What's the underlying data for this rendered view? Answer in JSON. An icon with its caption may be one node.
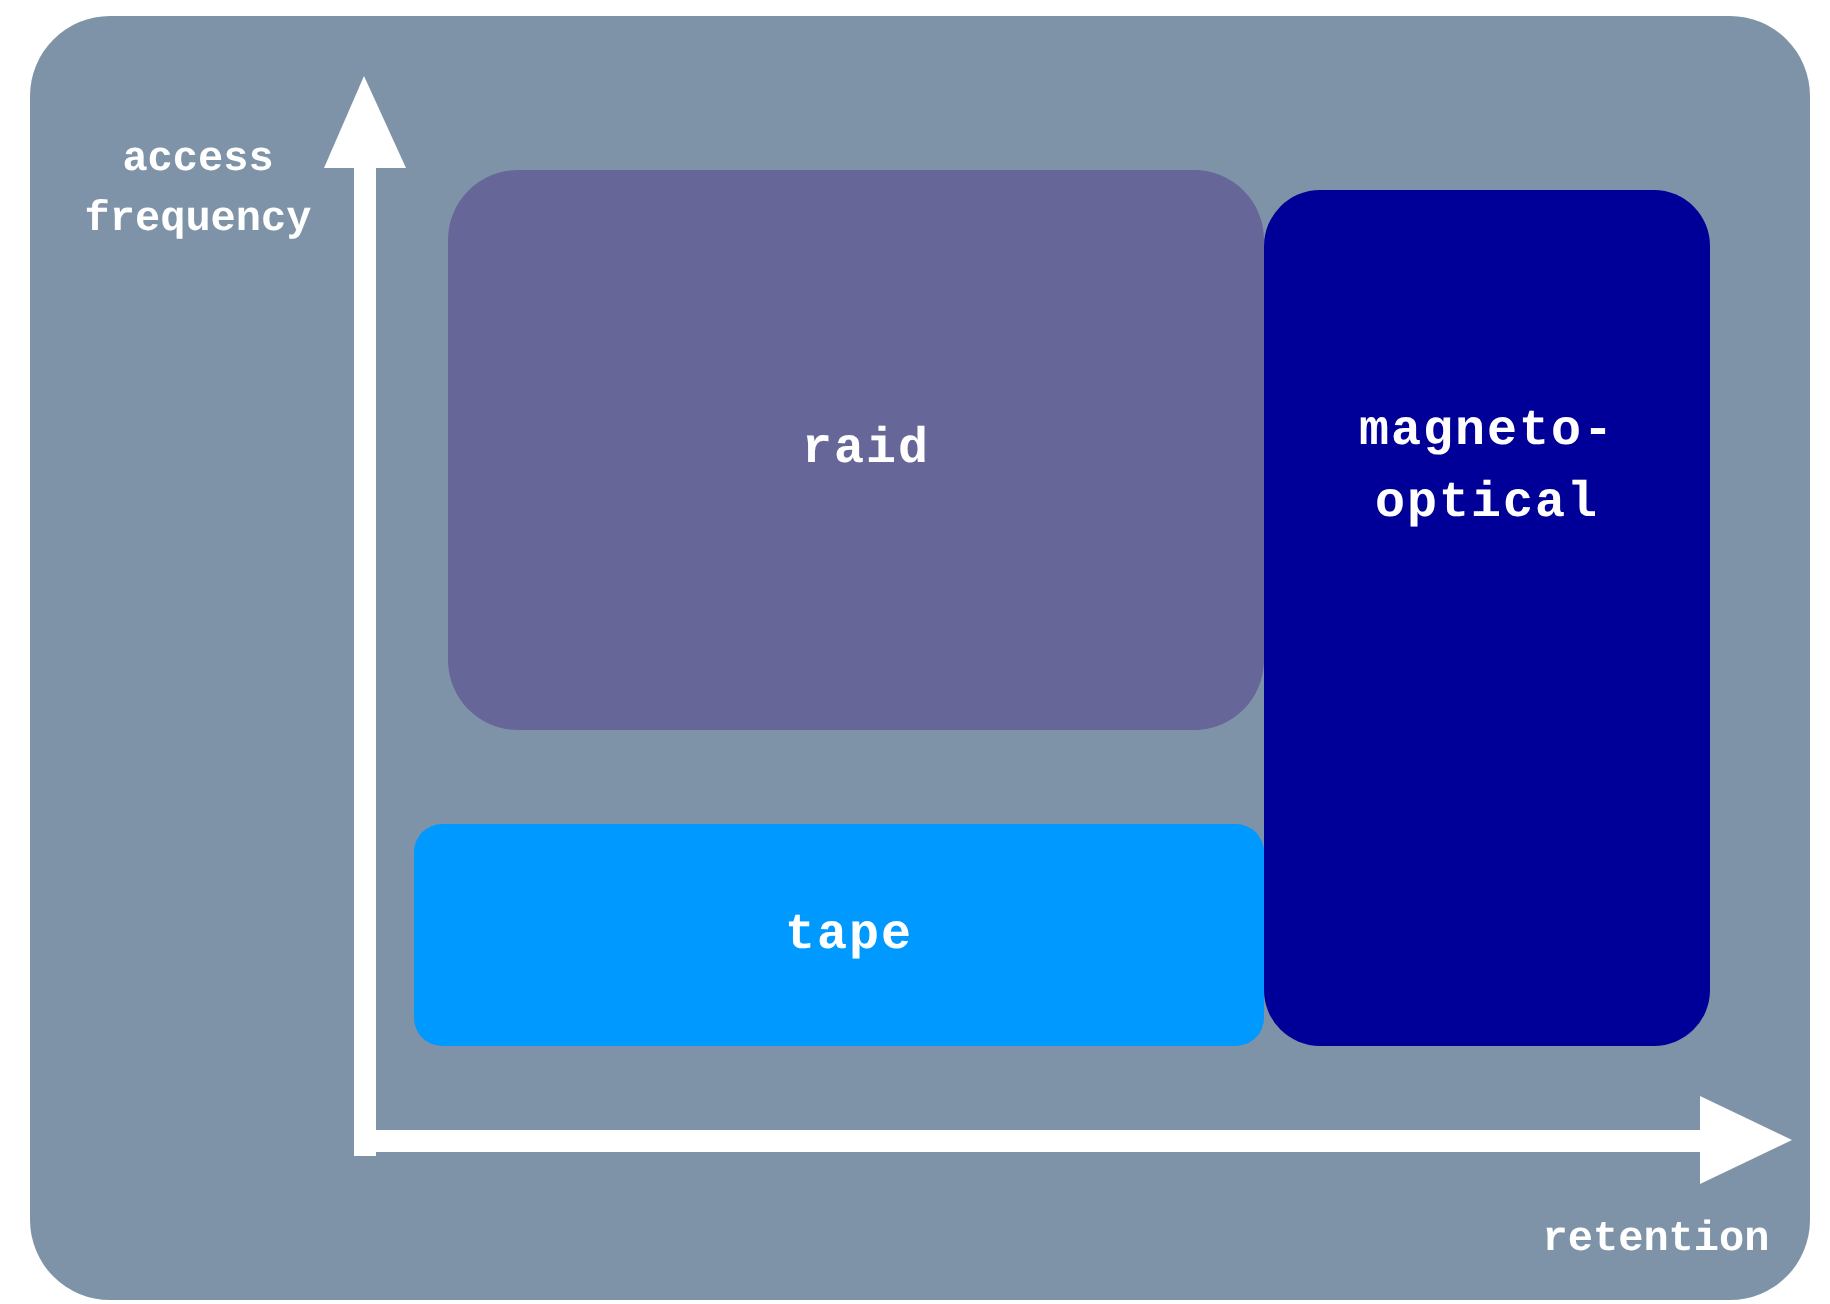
{
  "diagram": {
    "nodes": [
      {
        "text": [
          "raid"
        ]
      },
      {
        "text": [
          "magneto-optical"
        ]
      },
      {
        "text": [
          "tape"
        ]
      }
    ],
    "labels": [
      "access frequency",
      "retention"
    ]
  }
}
